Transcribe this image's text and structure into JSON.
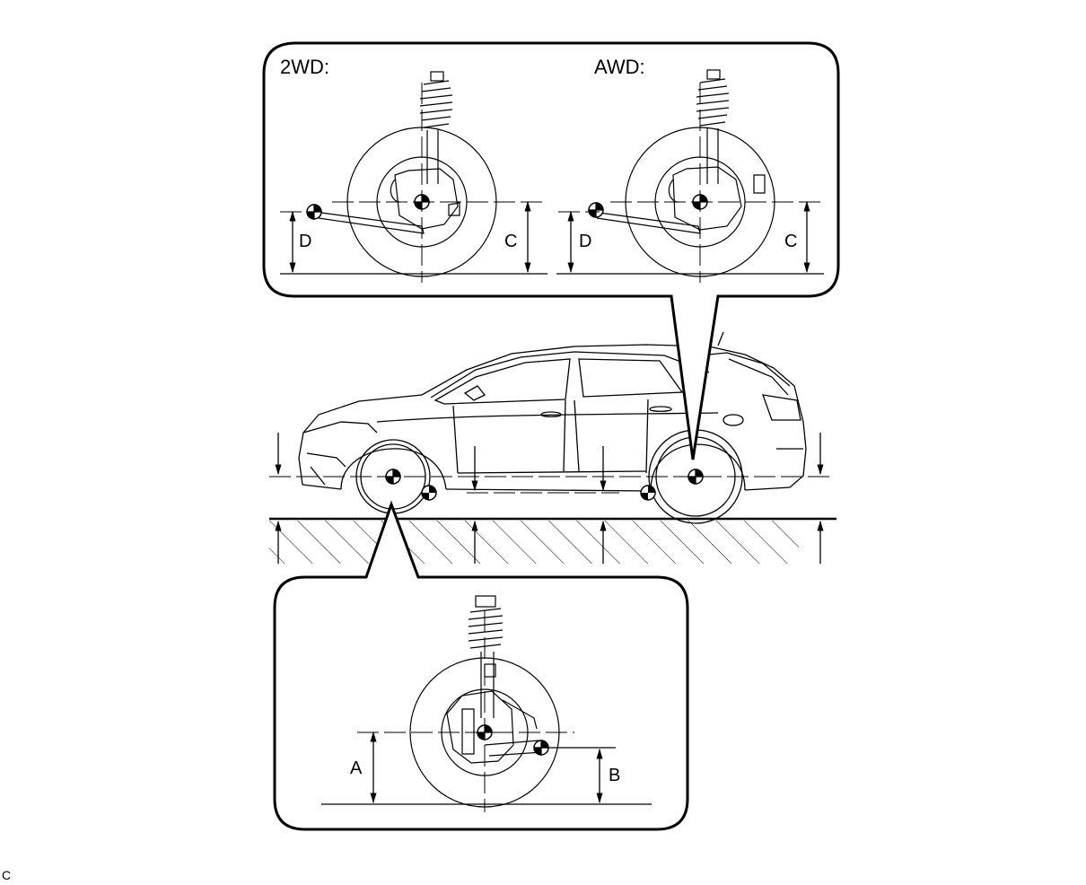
{
  "callouts": {
    "two_wd_label": "2WD:",
    "awd_label": "AWD:"
  },
  "dimensions": {
    "a": "A",
    "b": "B",
    "c": "C",
    "d": "D"
  },
  "corner_code": "C"
}
